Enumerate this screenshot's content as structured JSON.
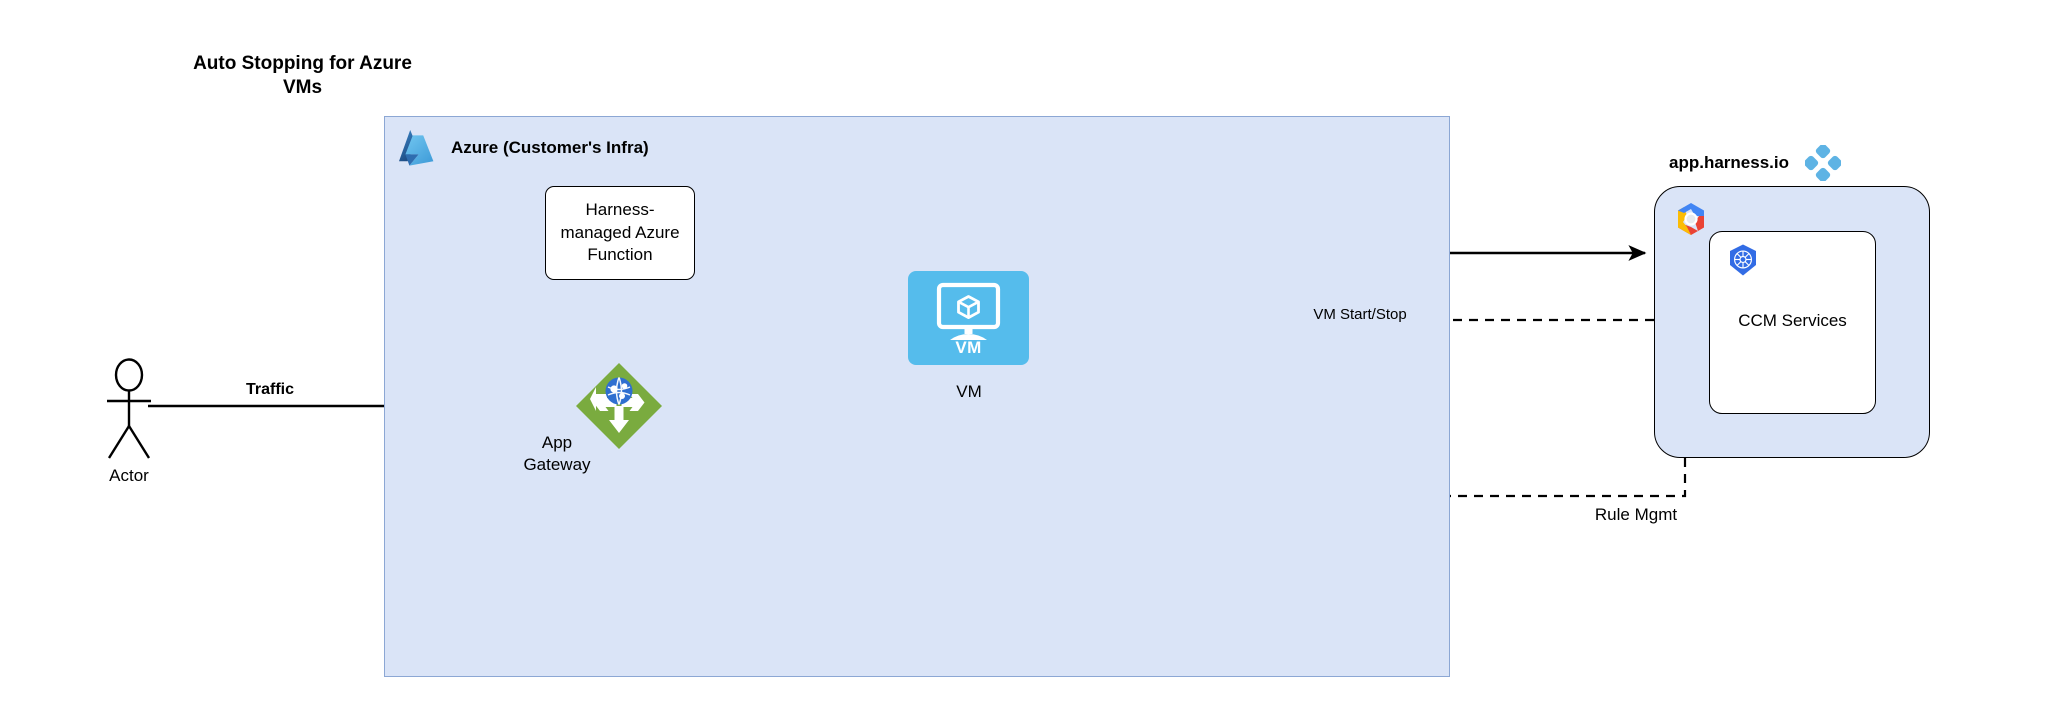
{
  "title": {
    "line1": "Auto Stopping for Azure",
    "line2": "VMs"
  },
  "azure": {
    "label": "Azure (Customer's Infra)",
    "logo_icon": "azure-logo-icon",
    "fill_color": "#dae4f7",
    "border_color": "#8ca7d4"
  },
  "nodes": {
    "function": {
      "line1": "Harness-",
      "line2": "managed Azure",
      "line3": "Function"
    },
    "vm": {
      "icon_text": "VM",
      "label": "VM",
      "icon_color": "#55bcec",
      "icon_name": "virtual-machine-icon"
    },
    "gateway": {
      "line1": "App",
      "line2": "Gateway",
      "icon_name": "app-gateway-icon",
      "icon_color": "#7aab3f"
    },
    "actor": {
      "label": "Actor",
      "icon_name": "actor-stick-figure-icon"
    }
  },
  "harness": {
    "label": "app.harness.io",
    "logo_icon": "harness-logo-icon",
    "logo_color": "#5eb3e4",
    "gcp_logo_icon": "gcp-logo-icon",
    "ccm": {
      "label": "CCM Services",
      "logo_icon": "kubernetes-logo-icon",
      "logo_color": "#326ce5"
    }
  },
  "edges": {
    "traffic": "Traffic",
    "vm_start_stop": "VM Start/Stop",
    "rule_mgmt": "Rule Mgmt"
  }
}
